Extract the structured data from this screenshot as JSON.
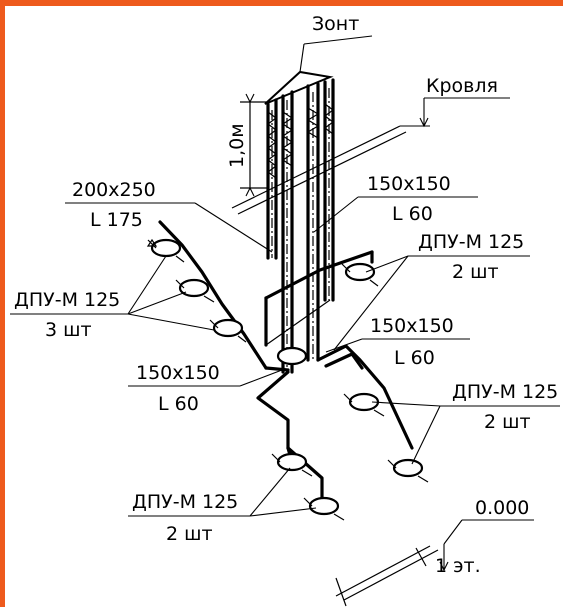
{
  "colors": {
    "frame": "#ee5a1d",
    "ink": "#000000"
  },
  "labels": {
    "umbrella": "Зонт",
    "roof": "Кровля",
    "height_dim": "1,0м",
    "main_duct_size": "200x250",
    "main_duct_length": "L 175",
    "riser_upper_size": "150x150",
    "riser_upper_length": "L 60",
    "diffusers_right_upper_type": "ДПУ-М 125",
    "diffusers_right_upper_qty": "2 шт",
    "diffusers_left_type": "ДПУ-М 125",
    "diffusers_left_qty": "3 шт",
    "riser_mid_size": "150x150",
    "riser_mid_length": "L 60",
    "riser_left_size": "150x150",
    "riser_left_length": "L 60",
    "diffusers_right_lower_type": "ДПУ-М 125",
    "diffusers_right_lower_qty": "2 шт",
    "diffusers_bottom_type": "ДПУ-М 125",
    "diffusers_bottom_qty": "2 шт",
    "level_value": "0.000",
    "floor_label": "1 эт."
  }
}
